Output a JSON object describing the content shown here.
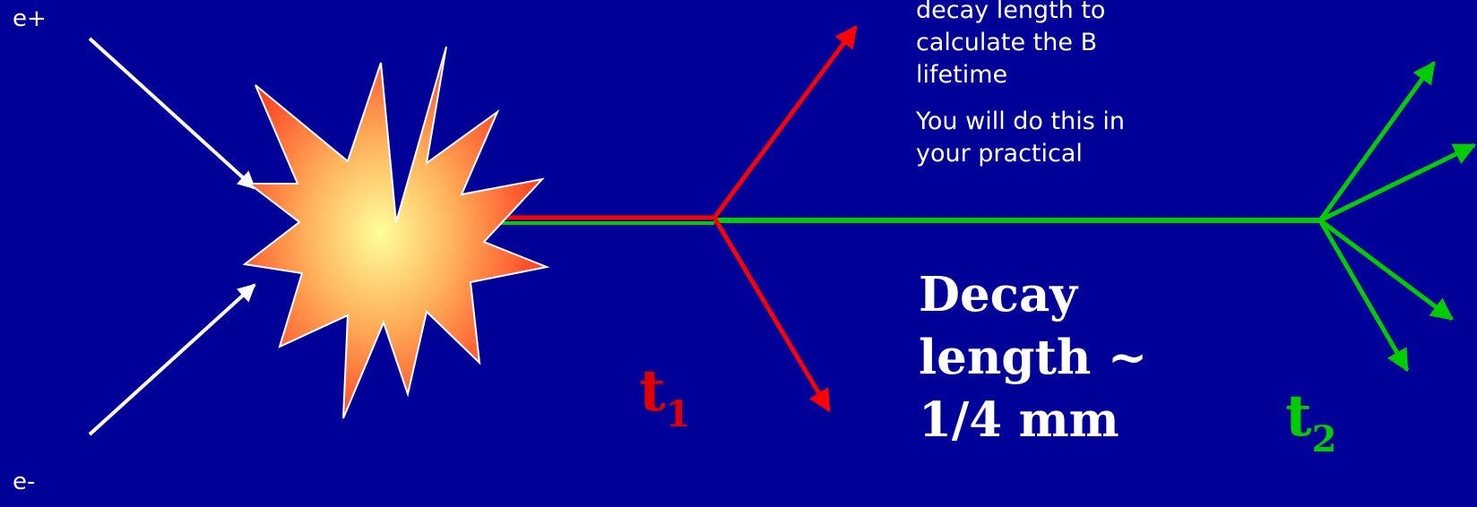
{
  "beams": {
    "positron_label": "e+",
    "electron_label": "e-"
  },
  "note": {
    "line1": "decay length to calculate the B lifetime",
    "line2": "You will do this in your practical"
  },
  "decay_length": {
    "text": "Decay length ~ 1/4 mm"
  },
  "times": {
    "t1_base": "t",
    "t1_sub": "1",
    "t2_base": "t",
    "t2_sub": "2"
  },
  "colors": {
    "background": "#000099",
    "beam": "#ffffff",
    "b1_track": "#ff0000",
    "b2_track": "#00cc00",
    "t1": "#e00000",
    "t2": "#00cc00",
    "burst_center": "#ffff99",
    "burst_edge": "#ff3b1f"
  },
  "icons": {
    "collision": "explosion-burst-icon"
  }
}
